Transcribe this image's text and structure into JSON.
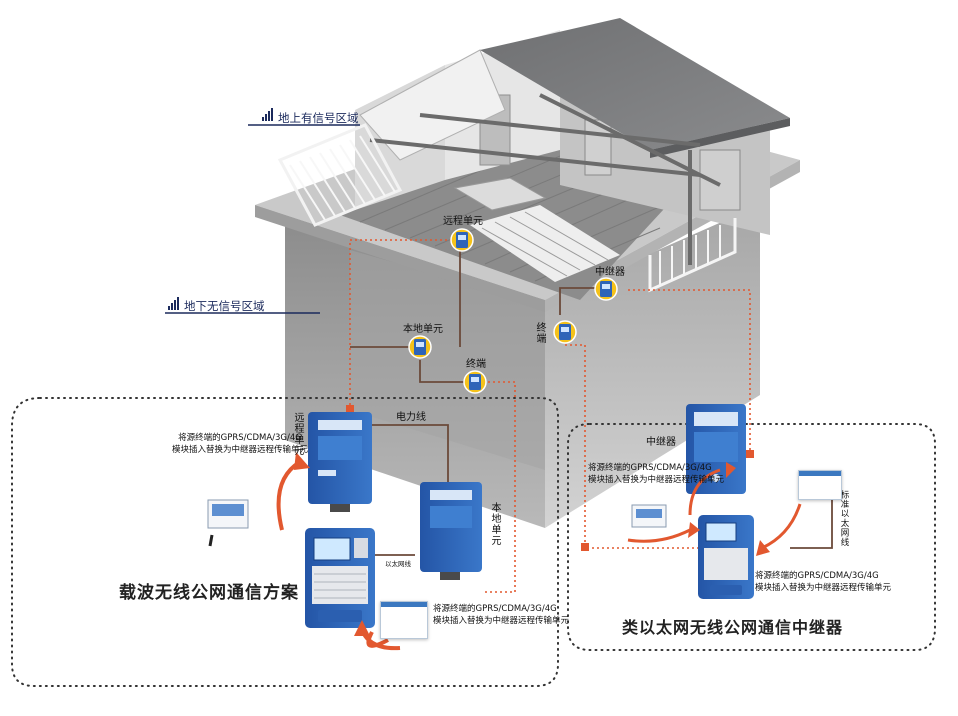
{
  "zones": {
    "above_ground": "地上有信号区域",
    "underground": "地下无信号区域"
  },
  "devices": {
    "remote_unit_top": "远程单元",
    "local_unit_mid": "本地单元",
    "terminal_mid": "终端",
    "repeater_top": "中继器",
    "terminal_vertical": "终端",
    "power_line": "电力线",
    "remote_unit_big": "远程单元",
    "local_unit_big": "本地单元",
    "repeater_big": "中继器",
    "ethernet_line": "标准以太网线",
    "ethernet_short": "以太网线"
  },
  "notes": {
    "left_top_1": "将源终端的GPRS/CDMA/3G/4G",
    "left_top_2": "模块插入替换为中继器远程传输单元",
    "left_bottom_1": "将源终端的GPRS/CDMA/3G/4G",
    "left_bottom_2": "模块插入替换为中继器远程传输单元",
    "right_top_1": "将源终端的GPRS/CDMA/3G/4G",
    "right_top_2": "模块插入替换为中继器远程传输单元",
    "right_bottom_1": "将源终端的GPRS/CDMA/3G/4G",
    "right_bottom_2": "模块插入替换为中继器远程传输单元"
  },
  "schemes": {
    "left": "载波无线公网通信方案",
    "right": "类以太网无线公网通信中继器"
  },
  "colors": {
    "link": "#e2582f",
    "device_blue": "#2e64b8",
    "badge": "#f5c21a"
  }
}
